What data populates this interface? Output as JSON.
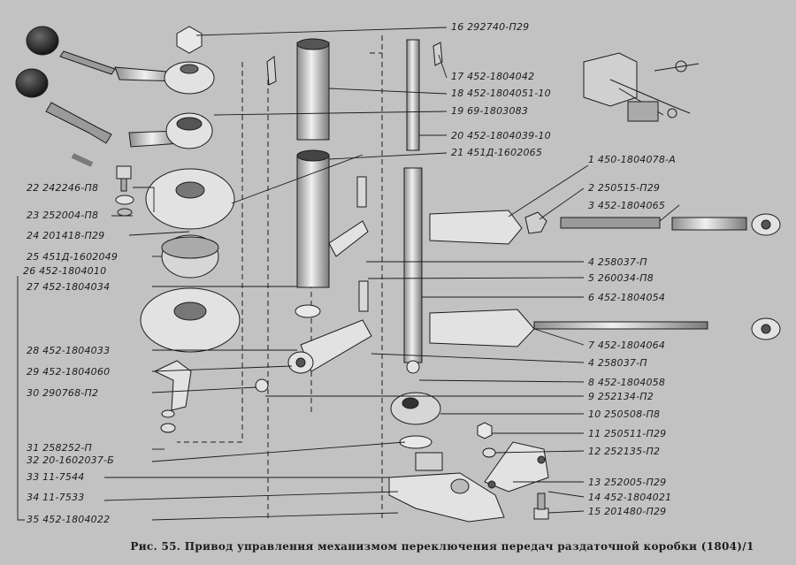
{
  "labels_left": [
    {
      "num": "22",
      "code": "242246-П8"
    },
    {
      "num": "23",
      "code": "252004-П8"
    },
    {
      "num": "24",
      "code": "201418-П29"
    },
    {
      "num": "25",
      "code": "451Д-1602049"
    },
    {
      "num": "26",
      "code": "452-1804010"
    },
    {
      "num": "27",
      "code": "452-1804034"
    },
    {
      "num": "28",
      "code": "452-1804033"
    },
    {
      "num": "29",
      "code": "452-1804060"
    },
    {
      "num": "30",
      "code": "290768-П2"
    },
    {
      "num": "31",
      "code": "258252-П"
    },
    {
      "num": "32",
      "code": "20-1602037-Б"
    },
    {
      "num": "33",
      "code": "11-7544"
    },
    {
      "num": "34",
      "code": "11-7533"
    },
    {
      "num": "35",
      "code": "452-1804022"
    }
  ],
  "labels_right": [
    {
      "num": "16",
      "code": "292740-П29"
    },
    {
      "num": "17",
      "code": "452-1804042"
    },
    {
      "num": "18",
      "code": "452-1804051-10"
    },
    {
      "num": "19",
      "code": "69-1803083"
    },
    {
      "num": "20",
      "code": "452-1804039-10"
    },
    {
      "num": "21",
      "code": "451Д-1602065"
    },
    {
      "num": "1",
      "code": "450-1804078-А"
    },
    {
      "num": "2",
      "code": "250515-П29"
    },
    {
      "num": "3",
      "code": "452-1804065"
    },
    {
      "num": "4",
      "code": "258037-П"
    },
    {
      "num": "5",
      "code": "260034-П8"
    },
    {
      "num": "6",
      "code": "452-1804054"
    },
    {
      "num": "7",
      "code": "452-1804064"
    },
    {
      "num": "4",
      "code": "258037-П"
    },
    {
      "num": "8",
      "code": "452-1804058"
    },
    {
      "num": "9",
      "code": "252134-П2"
    },
    {
      "num": "10",
      "code": "250508-П8"
    },
    {
      "num": "11",
      "code": "250511-П29"
    },
    {
      "num": "12",
      "code": "252135-П2"
    },
    {
      "num": "13",
      "code": "252005-П29"
    },
    {
      "num": "14",
      "code": "452-1804021"
    },
    {
      "num": "15",
      "code": "201480-П29"
    }
  ],
  "caption": "Рис. 55. Привод управления механизмом переключения передач раздаточной коробки (1804)/1",
  "colors": {
    "background": "#c2c2c2",
    "ink": "#1c1c1c",
    "part_fill": "#e2e2e2",
    "shade": "#8a8a8a"
  }
}
